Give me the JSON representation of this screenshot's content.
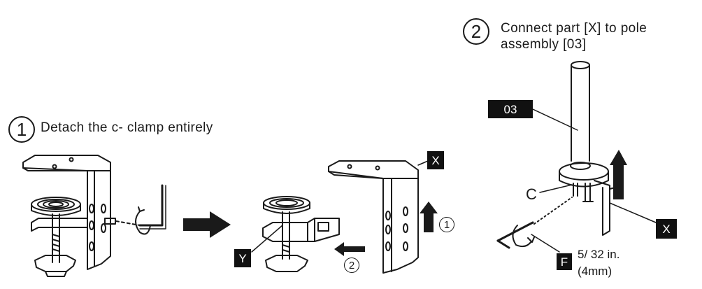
{
  "step1": {
    "number": "1",
    "text": "Detach the c- clamp entirely"
  },
  "step2": {
    "number": "2",
    "text_line1": "Connect part [X] to pole",
    "text_line2": "assembly [03]"
  },
  "labels": {
    "part_x_top": "X",
    "part_y": "Y",
    "pole_assembly": "03",
    "part_c": "C",
    "part_x_right": "X",
    "tool_f": "F"
  },
  "substeps": {
    "up_arrow_number": "1",
    "left_arrow_number": "2"
  },
  "tool_spec": {
    "line1": "5/ 32 in.",
    "line2": "(4mm)"
  }
}
